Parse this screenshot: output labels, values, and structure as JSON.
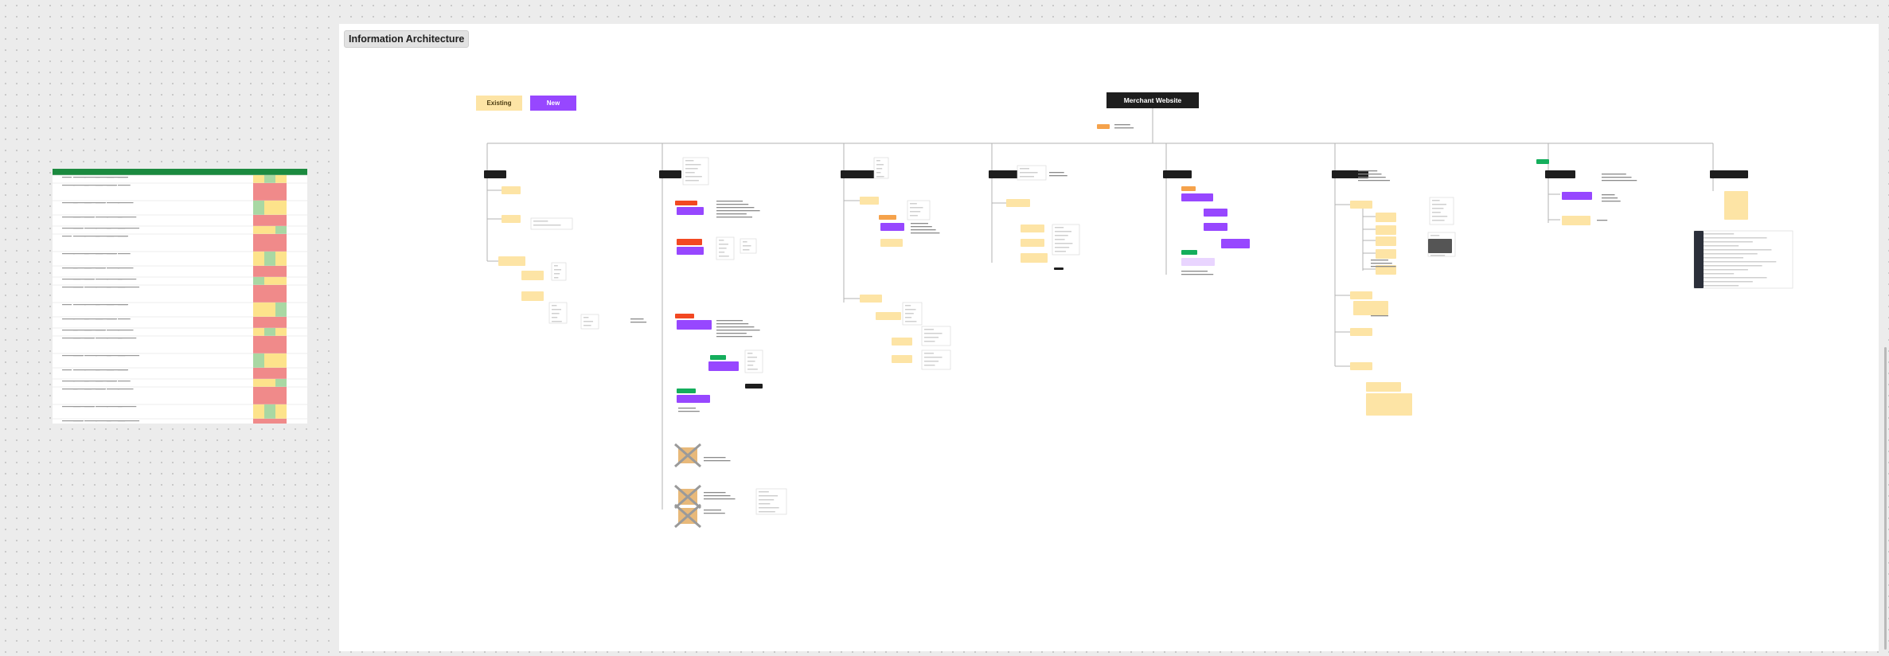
{
  "frame": {
    "title": "Information Architecture"
  },
  "legend": {
    "existing": "Existing",
    "new": "New"
  },
  "root": {
    "title": "Merchant Website"
  },
  "colors": {
    "existing": "#fde4a5",
    "new": "#9747ff",
    "section": "#1e1e1e",
    "badge_red": "#f24822",
    "badge_green": "#14ae5c",
    "sheet_header": "#1b8a3f",
    "cell_red": "#f08a8a",
    "cell_yellow": "#fde38b",
    "cell_green": "#a9d8a3",
    "line": "#b3b3b3"
  }
}
